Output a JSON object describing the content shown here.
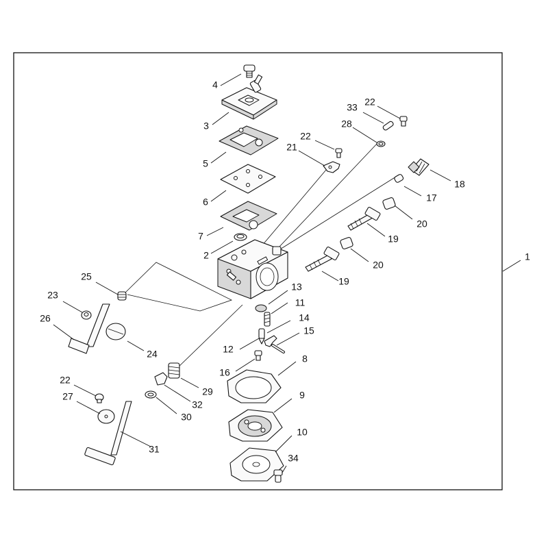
{
  "callouts": {
    "c1": "1",
    "c2": "2",
    "c3": "3",
    "c4": "4",
    "c5": "5",
    "c6": "6",
    "c7": "7",
    "c8": "8",
    "c9": "9",
    "c10": "10",
    "c11": "11",
    "c12": "12",
    "c13": "13",
    "c14": "14",
    "c15": "15",
    "c16": "16",
    "c17": "17",
    "c18": "18",
    "c19a": "19",
    "c19b": "19",
    "c20a": "20",
    "c20b": "20",
    "c21": "21",
    "c22a": "22",
    "c22b": "22",
    "c22c": "22",
    "c23": "23",
    "c24": "24",
    "c25": "25",
    "c26": "26",
    "c27": "27",
    "c28": "28",
    "c29": "29",
    "c30": "30",
    "c31": "31",
    "c32": "32",
    "c33": "33",
    "c34": "34"
  }
}
